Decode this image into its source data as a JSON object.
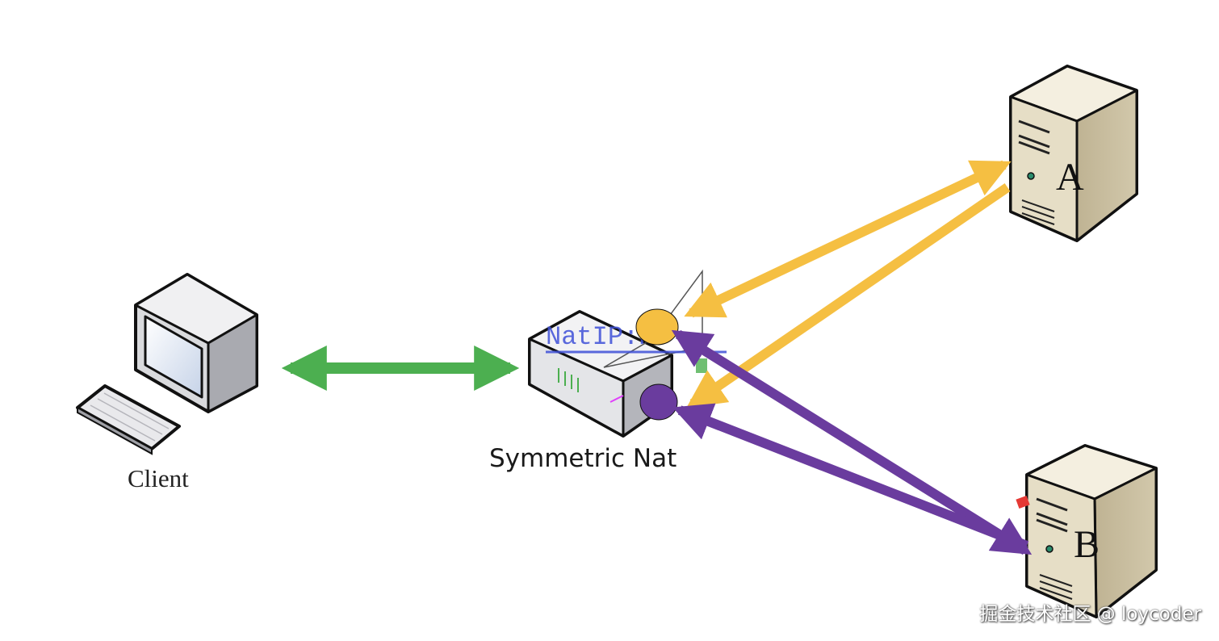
{
  "nodes": {
    "client": {
      "label": "Client"
    },
    "nat": {
      "label": "Symmetric Nat",
      "ghost_text": "NatIP:Po"
    },
    "server_a": {
      "label": "A"
    },
    "server_b": {
      "label": "B"
    }
  },
  "watermark": "掘金技术社区 @ loycoder",
  "colors": {
    "client_link": "#4caf50",
    "server_a_links": "#f5bf42",
    "server_b_links": "#6a3c9e",
    "port_a": "#f5bf42",
    "port_b": "#6a3c9e"
  }
}
